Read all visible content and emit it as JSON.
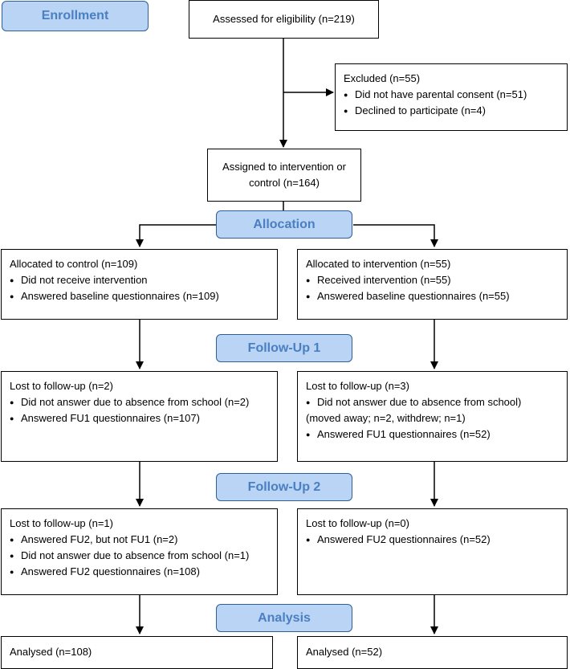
{
  "stages": {
    "enrollment": "Enrollment",
    "allocation": "Allocation",
    "followup1": "Follow-Up 1",
    "followup2": "Follow-Up 2",
    "analysis": "Analysis"
  },
  "colors": {
    "stage_fill": "#b9d4f4",
    "stage_text": "#4a7fc1",
    "stage_border": "#2e5f9a"
  },
  "assessed": "Assessed for eligibility (n=219)",
  "excluded": {
    "title": "Excluded (n=55)",
    "items": [
      "Did not have parental consent (n=51)",
      "Declined to participate (n=4)"
    ]
  },
  "assigned": {
    "line1": "Assigned to intervention or",
    "line2": "control (n=164)"
  },
  "control": {
    "allocation": {
      "title": "Allocated to control (n=109)",
      "items": [
        "Did not receive intervention",
        "Answered baseline questionnaires (n=109)"
      ]
    },
    "followup1": {
      "title": "Lost to follow-up (n=2)",
      "items": [
        "Did not answer due to absence from school (n=2)",
        "Answered FU1 questionnaires (n=107)"
      ]
    },
    "followup2": {
      "title": "Lost to follow-up (n=1)",
      "items": [
        "Answered FU2, but not FU1 (n=2)",
        "Did not answer due to absence from school (n=1)",
        "Answered FU2 questionnaires (n=108)"
      ]
    },
    "analysis": "Analysed (n=108)"
  },
  "intervention": {
    "allocation": {
      "title": "Allocated to intervention (n=55)",
      "items": [
        "Received intervention (n=55)",
        "Answered baseline questionnaires (n=55)"
      ]
    },
    "followup1": {
      "title": "Lost to follow-up (n=3)",
      "item1": "Did not answer due to absence from school)",
      "item1_cont": "(moved away; n=2, withdrew; n=1)",
      "item2": "Answered FU1 questionnaires (n=52)"
    },
    "followup2": {
      "title": "Lost to follow-up (n=0)",
      "items": [
        "Answered FU2 questionnaires (n=52)"
      ]
    },
    "analysis": "Analysed (n=52)"
  }
}
